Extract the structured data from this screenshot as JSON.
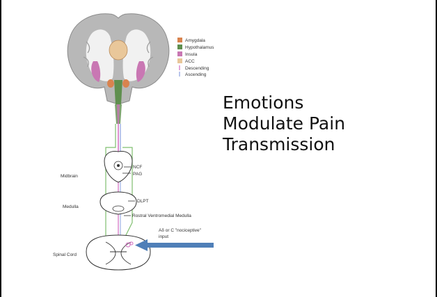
{
  "slide": {
    "title_lines": [
      "Emotions",
      "Modulate Pain",
      "Transmission"
    ]
  },
  "legend": {
    "items": [
      {
        "label": "Amygdala",
        "color": "#d9834e",
        "kind": "swatch"
      },
      {
        "label": "Hypothalamus",
        "color": "#5f8f4e",
        "kind": "swatch"
      },
      {
        "label": "Insula",
        "color": "#c977b3",
        "kind": "swatch"
      },
      {
        "label": "ACC",
        "color": "#e9c79a",
        "kind": "swatch"
      },
      {
        "label": "Descending",
        "color": "#d26cc0",
        "kind": "line"
      },
      {
        "label": "Ascending",
        "color": "#8aa0e0",
        "kind": "line"
      }
    ]
  },
  "labels": {
    "midbrain": "Midbrain",
    "medulla": "Medulla",
    "spinal_cord": "Spinal Cord",
    "ncf": "NCF",
    "pag": "PAG",
    "dlpt": "DLPT",
    "rvm": "Rostral Ventromedial Medulla",
    "input_line1": "Aδ or C \"nociceptive\"",
    "input_line2": "input"
  },
  "colors": {
    "brain_gray": "#b8b8b8",
    "white_matter": "#f1f1f1",
    "arrow_blue": "#4f7fb8",
    "pathway_green": "#7fbf6f",
    "pathway_pink": "#d26cc0",
    "pathway_blue": "#8aa0e0"
  }
}
